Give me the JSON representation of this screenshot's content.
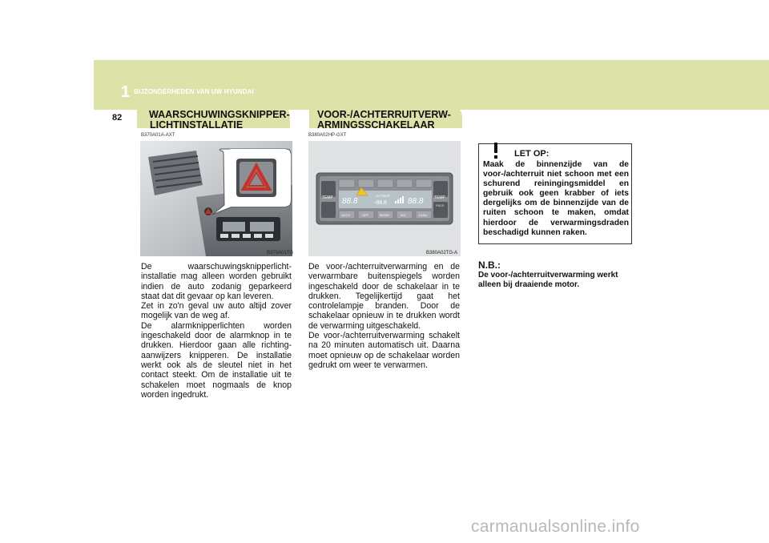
{
  "header": {
    "chapter_number": "1",
    "chapter_title": "BIJZONDERHEDEN VAN UW HYUNDAI",
    "page_number": "82"
  },
  "left_section": {
    "title_line1": "WAARSCHUWINGSKNIPPER-",
    "title_line2": "LICHTINSTALLATIE",
    "code": "B370A01A-AXT",
    "figure_caption": "B370A01TG",
    "paragraphs": [
      "De waarschuwingsknipperlicht-installatie mag alleen worden gebruikt indien de auto zodanig geparkeerd staat dat dit gevaar op kan leveren.",
      "Zet in zo'n geval uw auto altijd zover mogelijk van de weg af.",
      "De alarmknipperlichten worden ingeschakeld door de alarmknop in te drukken. Hierdoor gaan alle richting-aanwijzers knipperen. De installatie werkt ook als de sleutel niet in het contact steekt. Om de installatie uit te schakelen moet nogmaals de knop worden ingedrukt."
    ]
  },
  "middle_section": {
    "title_line1": "VOOR-/ACHTERRUITVERW-",
    "title_line2": "ARMINGSSCHAKELAAR",
    "code": "B380A02HP-GXT",
    "figure_caption": "B380A02TG-A",
    "panel_labels": {
      "temp_left": "TEMP",
      "temp_right": "TEMP",
      "outside": "OUTSIDE",
      "pass": "PASS",
      "display_left": "88.8",
      "display_mid": "-88.8",
      "display_right": "88.8",
      "btn_auto": "AUTO",
      "btn_off": "OFF",
      "btn_mode": "MODE",
      "btn_ac": "A/C",
      "btn_dual": "DUAL"
    },
    "paragraphs": [
      "De voor-/achterruitverwarming en de verwarmbare buitenspiegels worden ingeschakeld door de schakelaar in te drukken. Tegelijkertijd gaat het controlelampje branden. Door de schakelaar opnieuw in te drukken wordt de verwarming uitgeschakeld.",
      "De voor-/achterruitverwarming schakelt na 20 minuten automatisch uit. Daarna moet opnieuw op de schakelaar worden gedrukt om weer te verwarmen."
    ]
  },
  "warning": {
    "title": "LET OP:",
    "text": "Maak de binnenzijde van de voor-/achterruit niet schoon met een schurend reiningingsmiddel en gebruik ook geen krabber of iets dergelijks om de binnenzijde van de ruiten schoon te maken, omdat hierdoor de verwarmingsdraden beschadigd kunnen raken."
  },
  "note": {
    "title": "N.B.:",
    "text": "De voor-/achterruitverwarming werkt alleen bij draaiende motor."
  },
  "watermark": "carmanualsonline.info",
  "colors": {
    "band": "#dce2a8",
    "hazard_red": "#c8302a",
    "indicator_yellow": "#f2c62a"
  }
}
